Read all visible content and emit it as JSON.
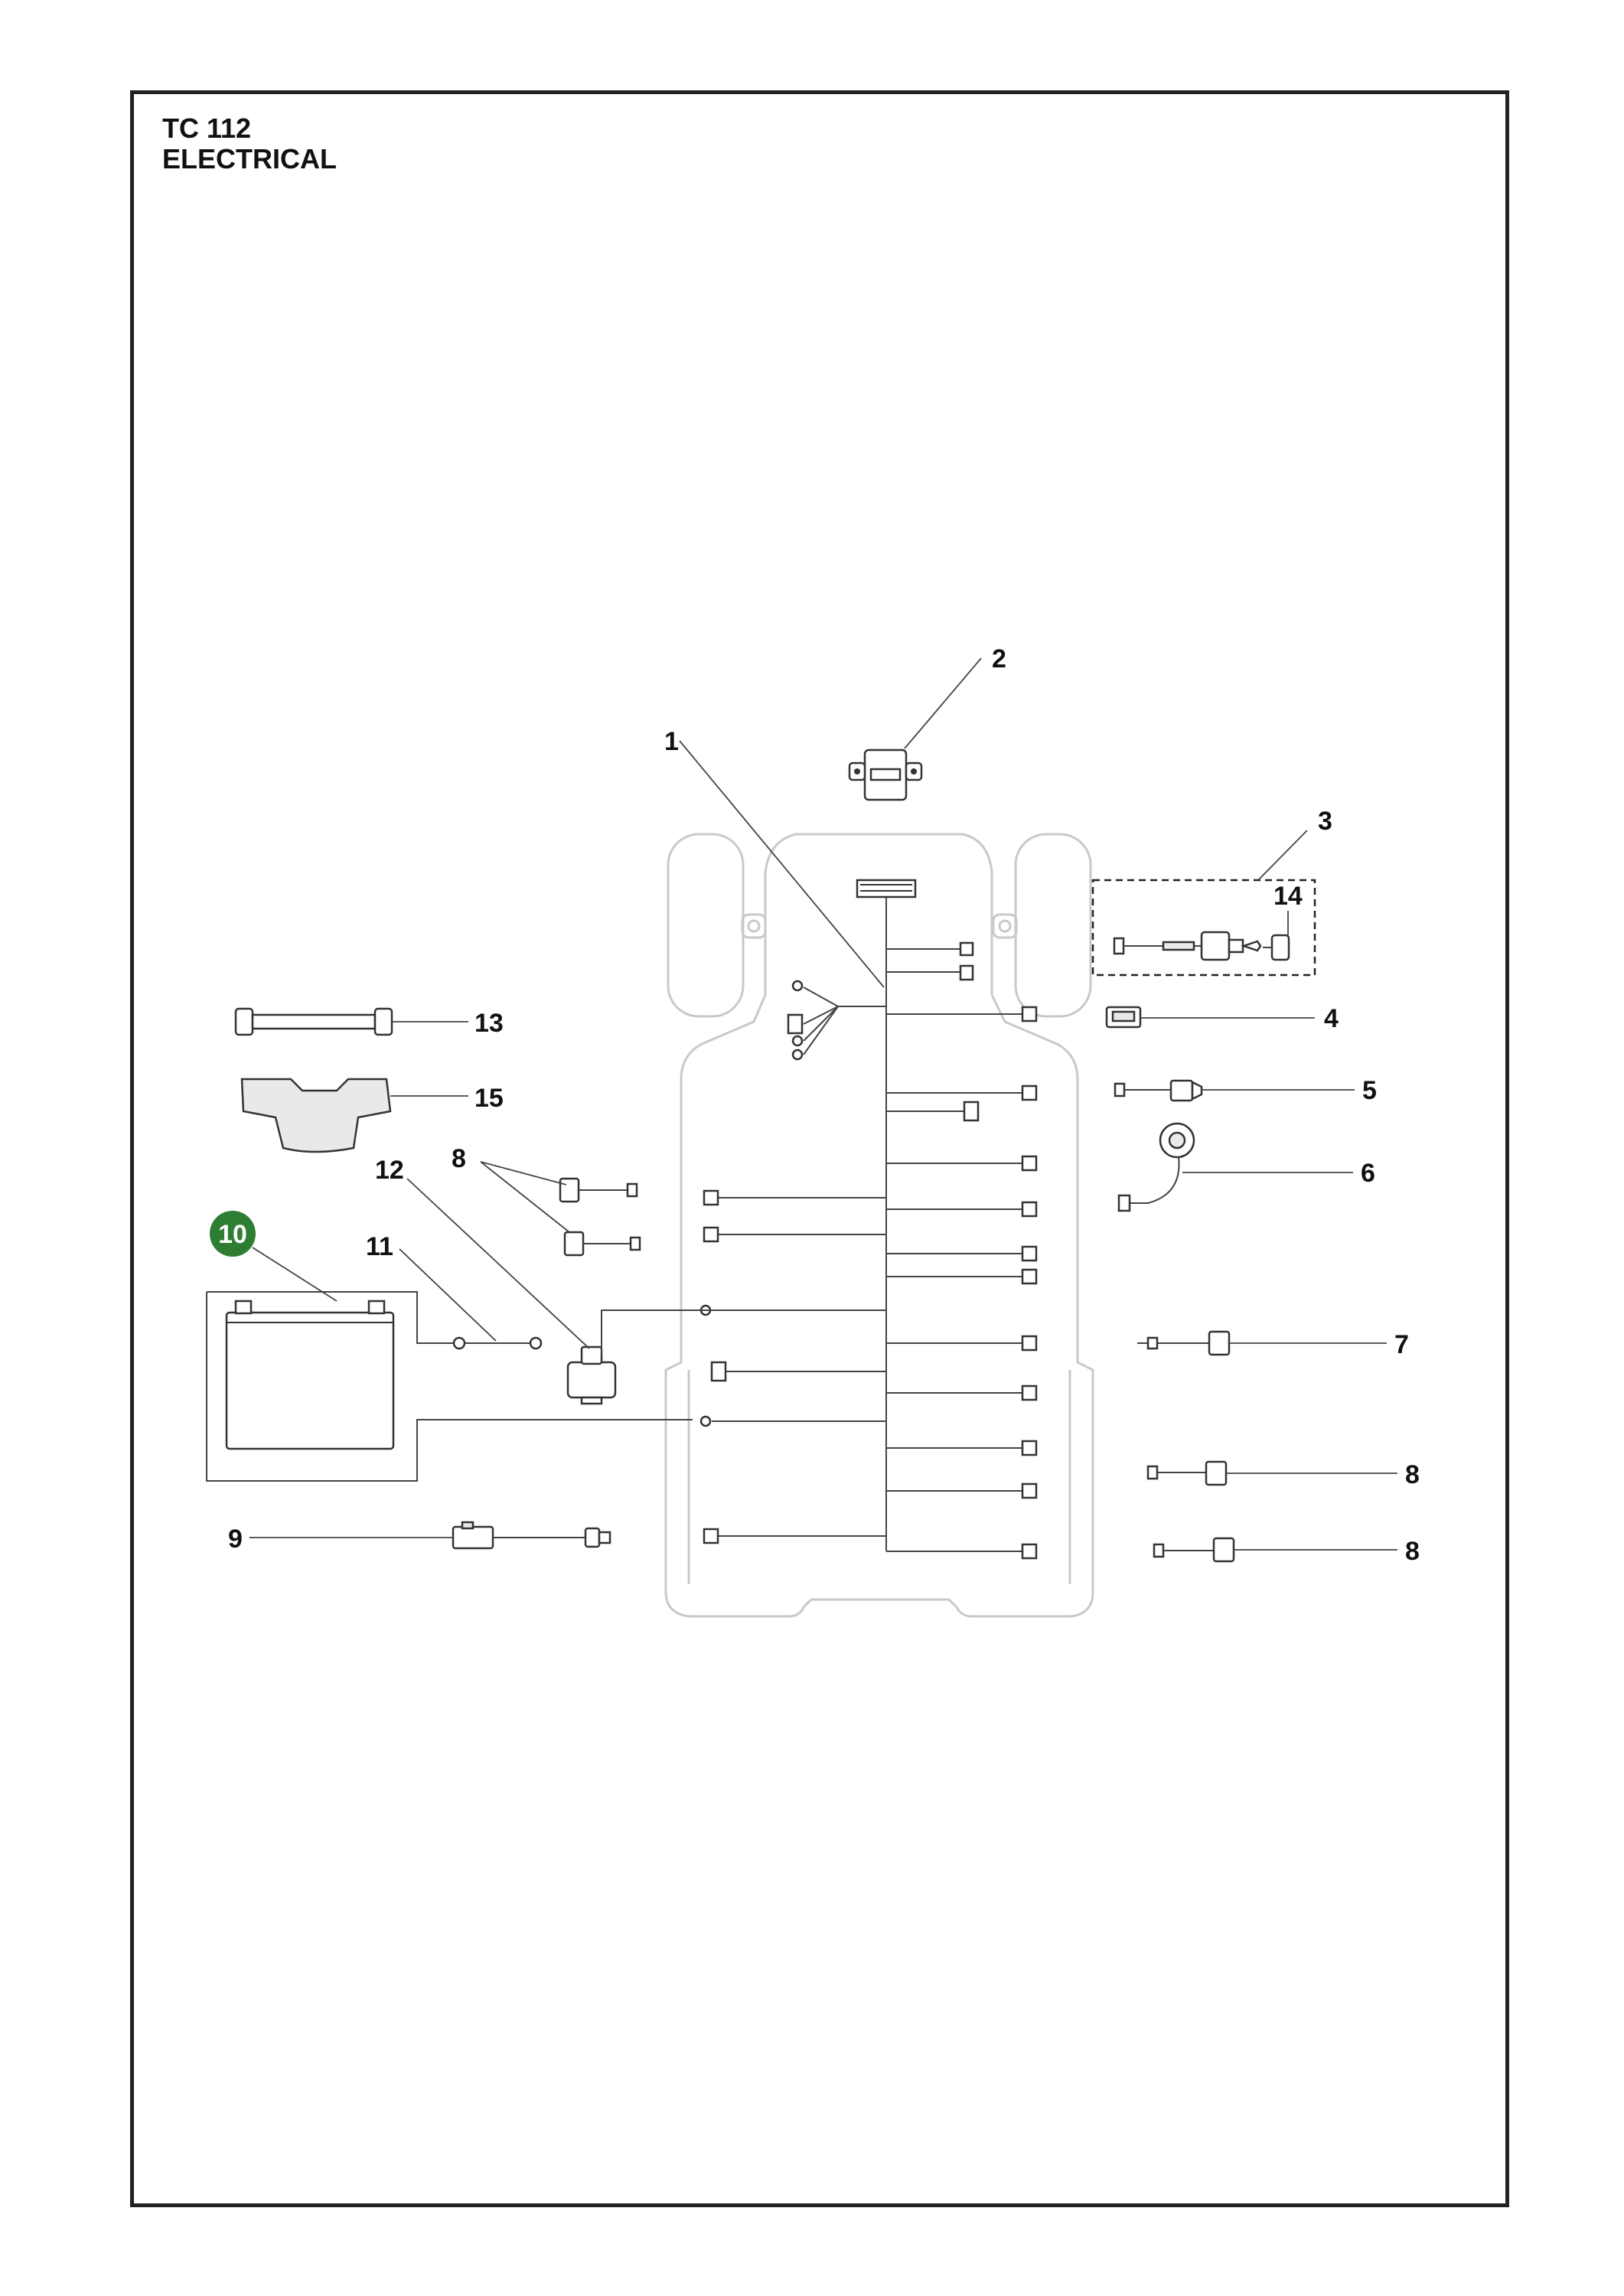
{
  "header": {
    "model": "TC 112",
    "section": "ELECTRICAL"
  },
  "callouts": {
    "c1": "1",
    "c2": "2",
    "c3": "3",
    "c4": "4",
    "c5": "5",
    "c6": "6",
    "c7": "7",
    "c8a": "8",
    "c8b": "8",
    "c8c": "8",
    "c9": "9",
    "c10": "10",
    "c11": "11",
    "c12": "12",
    "c13": "13",
    "c14": "14",
    "c15": "15"
  },
  "colors": {
    "highlight_badge": "#2e7d32",
    "chassis_outline": "#c9c9c9",
    "frame": "#222222"
  },
  "highlighted_part": "10"
}
